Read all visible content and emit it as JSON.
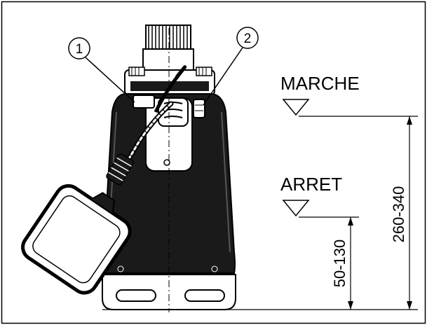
{
  "callouts": {
    "one": "①",
    "two": "②"
  },
  "levels": {
    "on_label": "MARCHE",
    "off_label": "ARRET"
  },
  "dimensions": {
    "small_range": "50-130",
    "large_range": "260-340"
  },
  "colors": {
    "stroke": "#000000",
    "background": "#ffffff",
    "dark_fill": "#1a1a1a"
  }
}
